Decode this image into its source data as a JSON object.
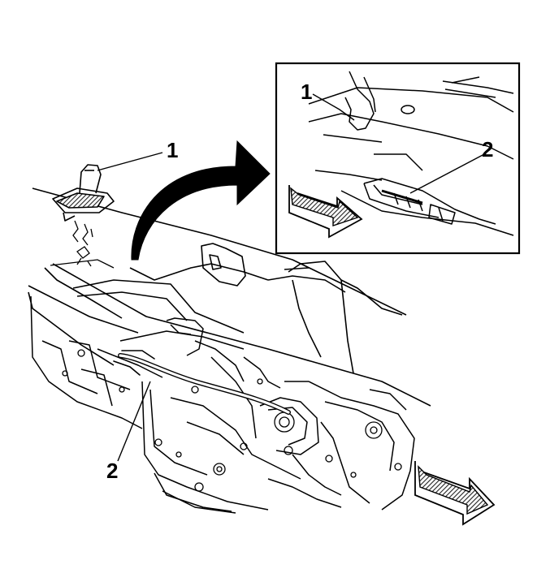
{
  "callouts": {
    "main_1": "1",
    "main_2": "2",
    "inset_1": "1",
    "inset_2": "2"
  },
  "colors": {
    "line": "#000000",
    "background": "#ffffff",
    "arrow_fill": "#000000",
    "hatch": "#444444"
  },
  "icons": {
    "direction_arrow": "hatched-right-arrow-icon",
    "transfer_arrow": "curved-arrow-icon"
  }
}
